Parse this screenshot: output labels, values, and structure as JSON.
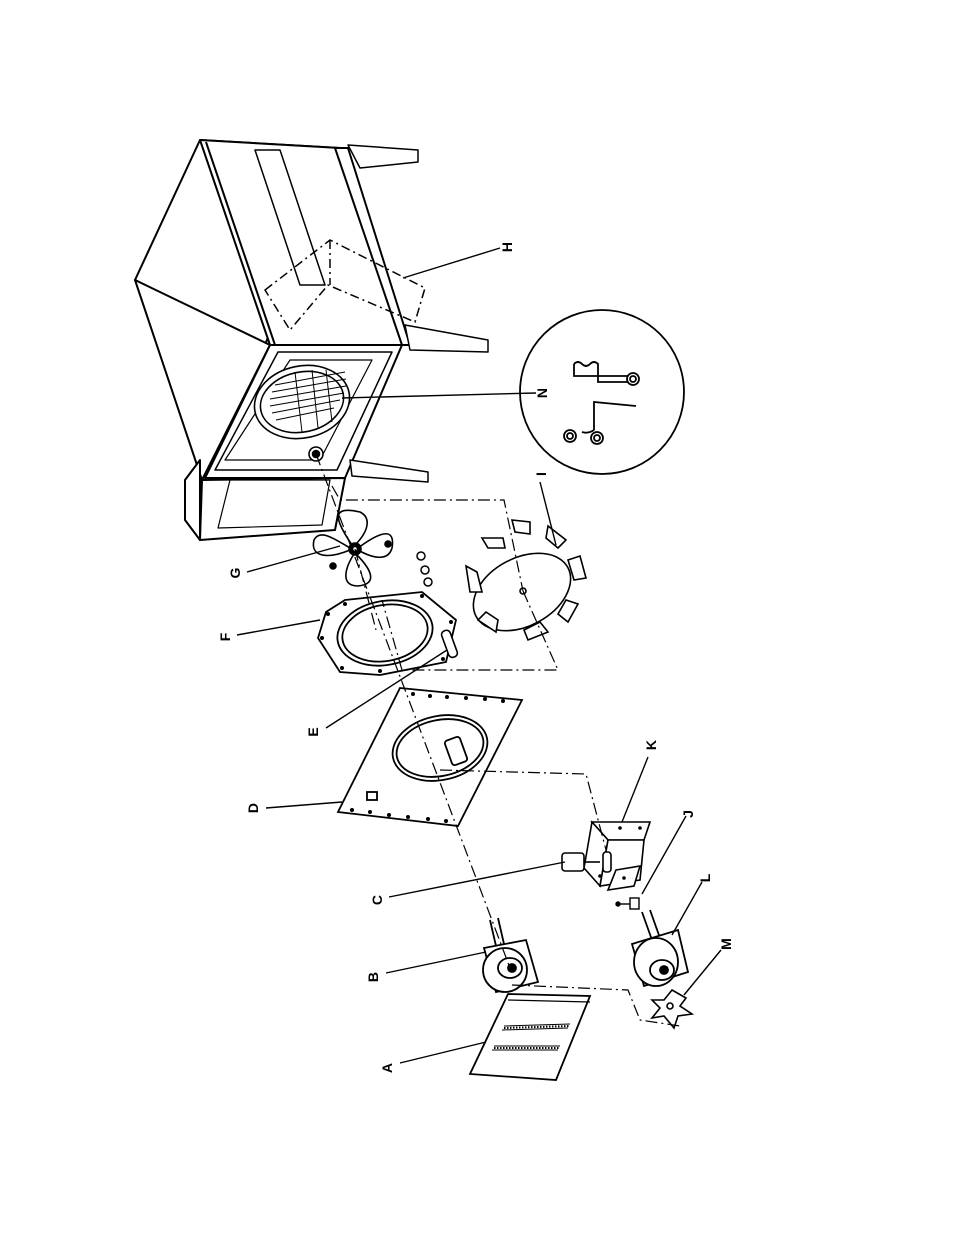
{
  "labels": {
    "a": "A",
    "b": "B",
    "c": "C",
    "d": "D",
    "e": "E",
    "f": "F",
    "g": "G",
    "h": "H",
    "i": "I",
    "j": "J",
    "k": "K",
    "l": "L",
    "m": "M",
    "n": "N"
  }
}
